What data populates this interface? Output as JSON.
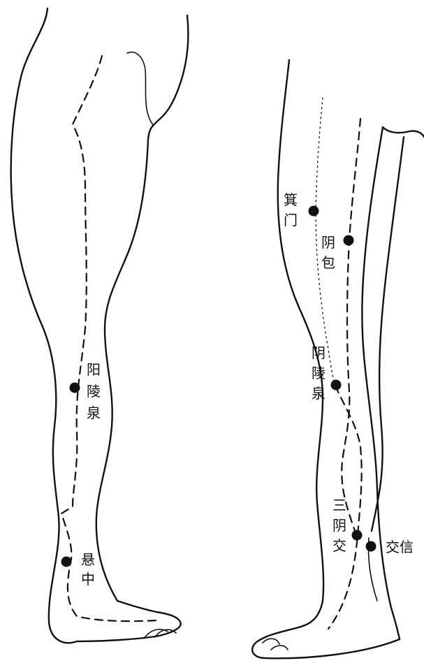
{
  "acupoints": {
    "yanglingquan": {
      "label": "阳陵泉",
      "chars": [
        "阳",
        "陵",
        "泉"
      ]
    },
    "xuanzhong": {
      "label": "悬中",
      "chars": [
        "悬",
        "中"
      ]
    },
    "jimen": {
      "label": "箕门",
      "chars": [
        "箕",
        "门"
      ]
    },
    "yinbao": {
      "label": "阴包",
      "chars": [
        "阴",
        "包"
      ]
    },
    "yinlingquan": {
      "label": "阴陵泉",
      "chars": [
        "阴",
        "陵",
        "泉"
      ]
    },
    "sanyinjiao": {
      "label": "三阴交",
      "chars": [
        "三",
        "阴",
        "交"
      ]
    },
    "jiaoxin": {
      "label": "交信"
    }
  }
}
